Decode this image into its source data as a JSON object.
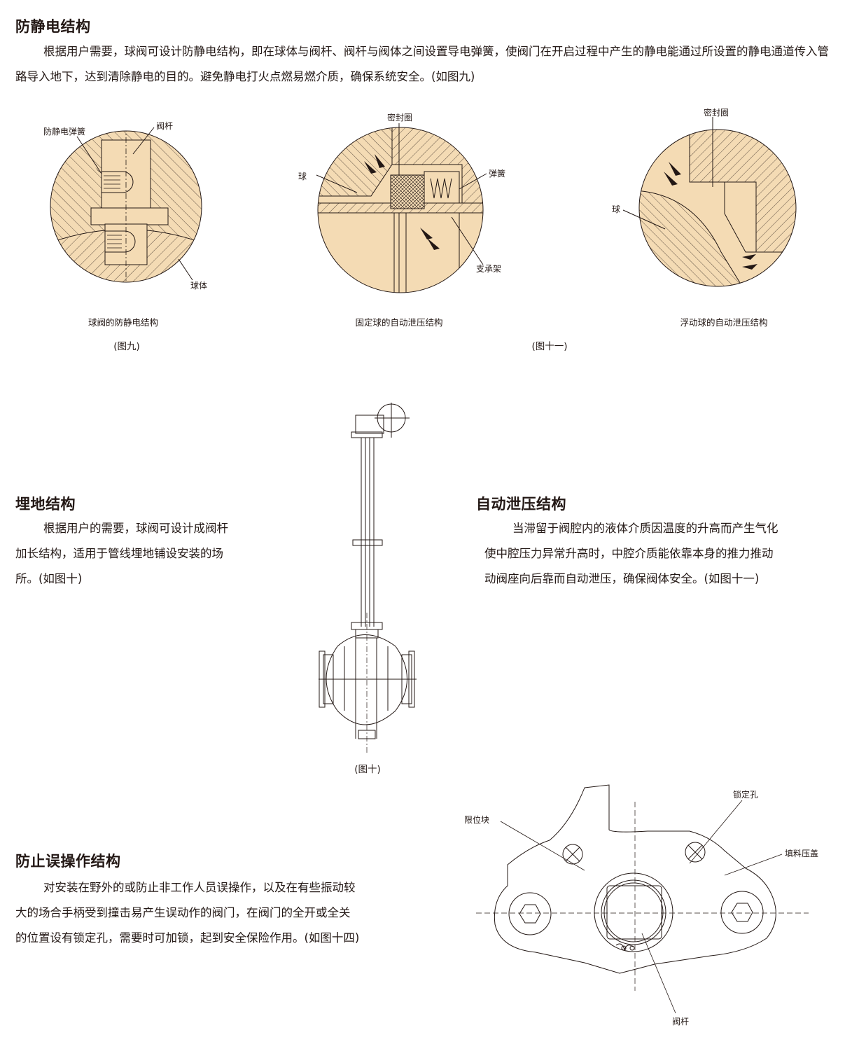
{
  "sections": {
    "antistatic": {
      "title": "防静电结构",
      "body": "根据用户需要，球阀可设计防静电结构，即在球体与阀杆、阀杆与阀体之间设置导电弹簧，使阀门在开启过程中产生的静电能通过所设置的静电通道传入管路导入地下，达到清除静电的目的。避免静电打火点燃易燃介质，确保系统安全。(如图九)"
    },
    "buried": {
      "title": "埋地结构",
      "lines": [
        "根据用户的需要，球阀可设计成阀杆",
        "加长结构，适用于管线埋地铺设安装的场",
        "所。(如图十)"
      ]
    },
    "relief": {
      "title": "自动泄压结构",
      "lines": [
        "当滞留于阀腔内的液体介质因温度的升高而产生气化",
        "使中腔压力异常升高时，中腔介质能依靠本身的推力推动",
        "动阀座向后靠而自动泄压，确保阀体安全。(如图十一)"
      ]
    },
    "misop": {
      "title": "防止误操作结构",
      "lines": [
        "对安装在野外的或防止非工作人员误操作，以及在有些振动较",
        "大的场合手柄受到撞击易产生误动作的阀门，在阀门的全开或全关",
        "的位置设有锁定孔，需要时可加锁，起到安全保险作用。(如图十四)"
      ]
    }
  },
  "figures": {
    "fig9": {
      "caption": "球阀的防静电结构",
      "number": "(图九)",
      "labels": {
        "spring": "防静电弹簧",
        "stem": "阀杆",
        "ball": "球体"
      }
    },
    "fig11a": {
      "caption": "固定球的自动泄压结构",
      "labels": {
        "seal": "密封圈",
        "ball": "球",
        "spring": "弹簧",
        "support": "支承架"
      }
    },
    "fig11b": {
      "caption": "浮动球的自动泄压结构",
      "labels": {
        "seal": "密封圈",
        "ball": "球"
      }
    },
    "fig11_number": "(图十一)",
    "fig10": {
      "number": "(图十)"
    },
    "fig14": {
      "labels": {
        "stop": "限位块",
        "lockhole": "锁定孔",
        "gland": "填料压盖",
        "stem": "阀杆"
      }
    }
  },
  "colors": {
    "fill": "#f4dbb4",
    "line": "#231815",
    "text": "#231815"
  }
}
